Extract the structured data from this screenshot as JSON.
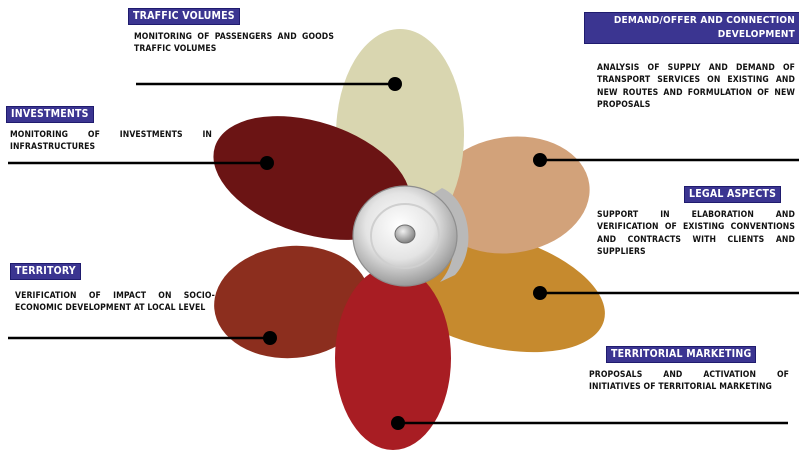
{
  "colors": {
    "label_bg": "#3b3591",
    "petal_traffic": "#d9d6b0",
    "petal_demand": "#d2a27a",
    "petal_legal": "#c68a2e",
    "petal_marketing": "#a81d23",
    "petal_territory": "#8c2e1e",
    "petal_investments": "#6b1414"
  },
  "center_icon": "hub-disc-icon",
  "sections": {
    "traffic": {
      "title": "TRAFFIC VOLUMES",
      "description": "MONITORING OF PASSENGERS AND GOODS TRAFFIC VOLUMES"
    },
    "demand": {
      "title": "DEMAND/OFFER AND CONNECTION DEVELOPMENT",
      "description": "ANALYSIS OF SUPPLY AND DEMAND OF TRANSPORT SERVICES ON EXISTING AND NEW ROUTES AND FORMULATION OF NEW PROPOSALS"
    },
    "investments": {
      "title": "INVESTMENTS",
      "description": "MONITORING OF INVESTMENTS IN INFRASTRUCTURES"
    },
    "legal": {
      "title": "LEGAL ASPECTS",
      "description": "SUPPORT IN ELABORATION AND VERIFICATION OF EXISTING CONVENTIONS AND CONTRACTS WITH CLIENTS AND SUPPLIERS"
    },
    "territory": {
      "title": "TERRITORY",
      "description": "VERIFICATION OF IMPACT ON SOCIO-ECONOMIC DEVELOPMENT AT LOCAL LEVEL"
    },
    "marketing": {
      "title": "TERRITORIAL MARKETING",
      "description": "PROPOSALS AND ACTIVATION OF INITIATIVES OF TERRITORIAL MARKETING"
    }
  }
}
